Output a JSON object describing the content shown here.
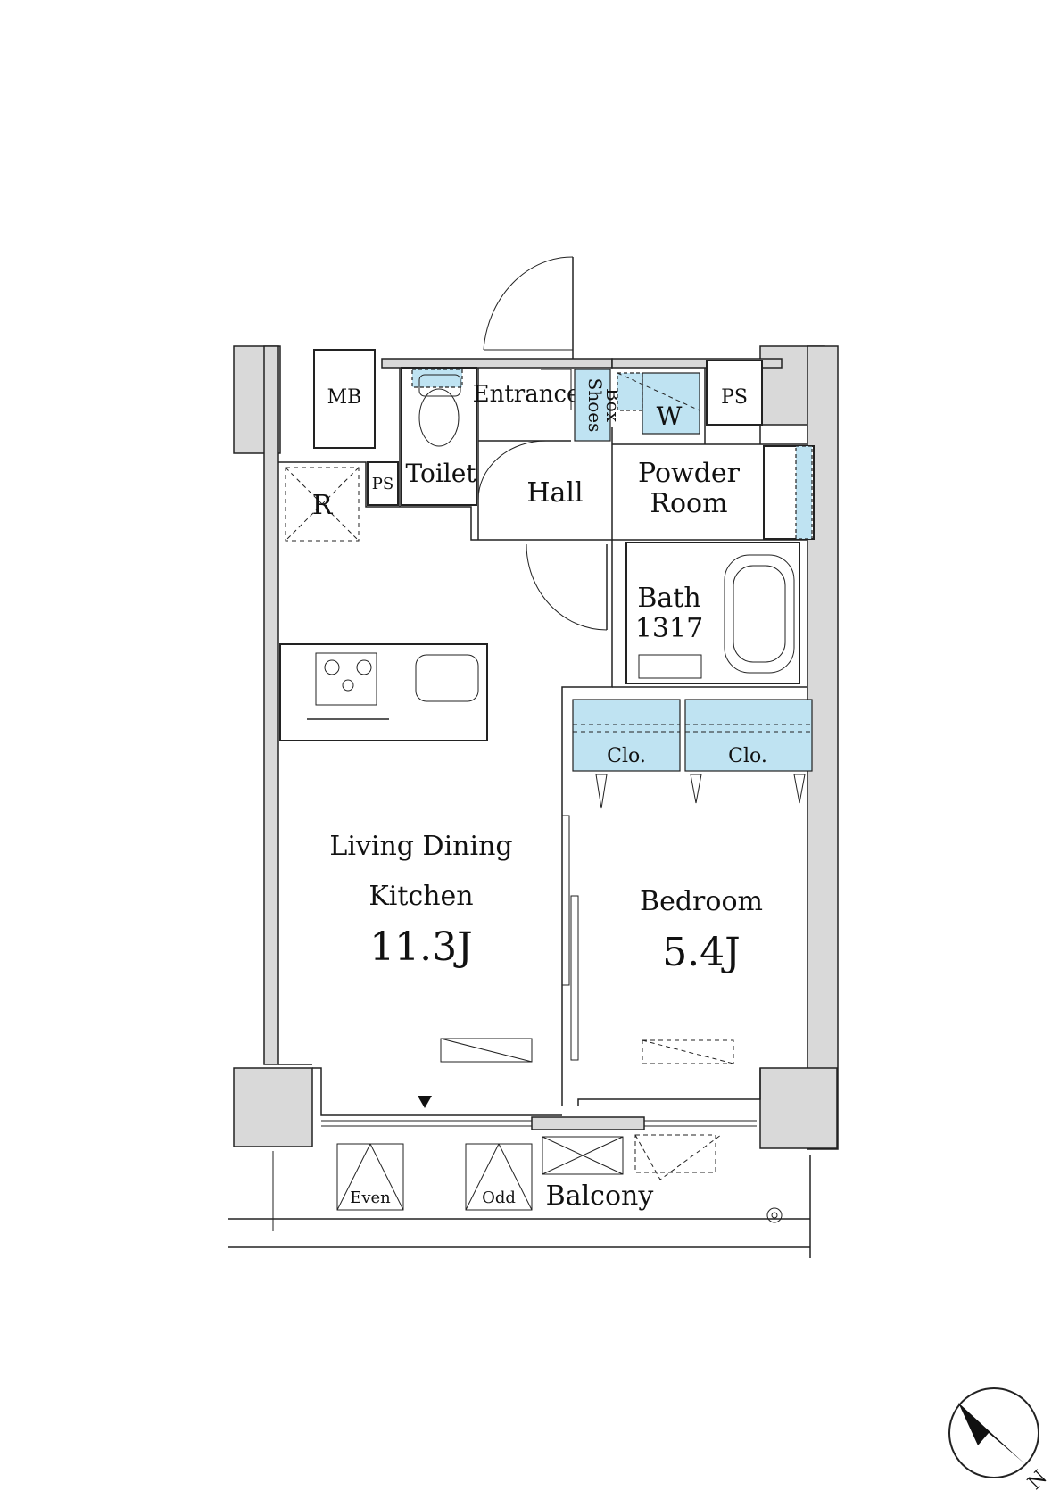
{
  "rooms": {
    "mb": "MB",
    "ps_top": "PS",
    "ps_small": "PS",
    "refrigerator": "R",
    "toilet": "Toilet",
    "entrance": "Entrance",
    "shoes_box_line1": "Shoes",
    "shoes_box_line2": "Box",
    "washer": "W",
    "hall": "Hall",
    "powder_room_line1": "Powder",
    "powder_room_line2": "Room",
    "bath_line1": "Bath",
    "bath_line2": "1317",
    "closet_left": "Clo.",
    "closet_right": "Clo.",
    "ldk_line1": "Living Dining",
    "ldk_line2": "Kitchen",
    "ldk_size": "11.3J",
    "bedroom": "Bedroom",
    "bedroom_size": "5.4J",
    "balcony": "Balcony",
    "unit_even": "Even",
    "unit_odd": "Odd"
  },
  "compass": {
    "label": "N"
  },
  "colors": {
    "accent_fixture": "#bfe3f2",
    "wall_fill": "#d9d9d9"
  }
}
